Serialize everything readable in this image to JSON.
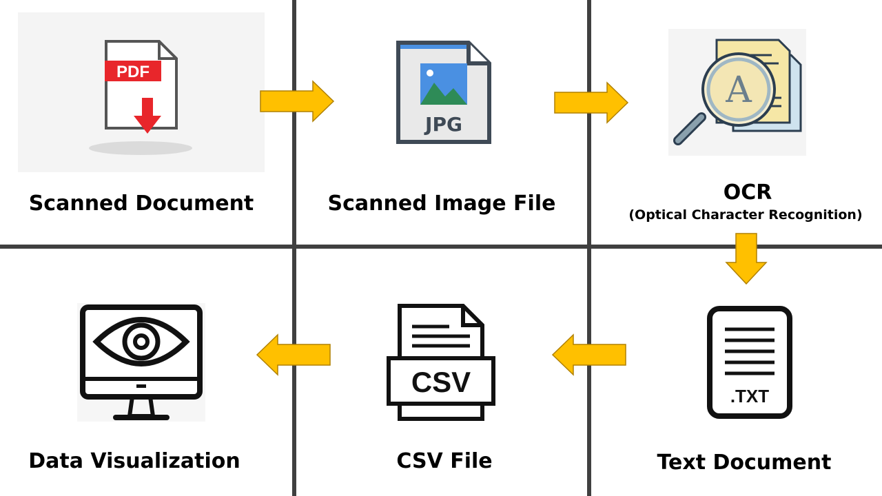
{
  "steps": {
    "scanned_document": {
      "label": "Scanned Document",
      "badge": "PDF"
    },
    "scanned_image": {
      "label": "Scanned Image File",
      "badge": "JPG"
    },
    "ocr": {
      "label": "OCR",
      "sublabel": "(Optical Character Recognition)",
      "glyph": "A"
    },
    "text_document": {
      "label": "Text Document",
      "badge": ".TXT"
    },
    "csv_file": {
      "label": "CSV File",
      "badge": "CSV"
    },
    "data_visualization": {
      "label": "Data Visualization"
    }
  },
  "colors": {
    "arrow": "#FFC000",
    "grid": "#404040",
    "pdf_red": "#E8262B",
    "jpg_blue": "#4A90E2",
    "jpg_green": "#2E8B57"
  },
  "icons": [
    "pdf-download-icon",
    "jpg-file-icon",
    "ocr-magnifier-icon",
    "txt-file-icon",
    "csv-file-icon",
    "monitor-eye-icon"
  ]
}
